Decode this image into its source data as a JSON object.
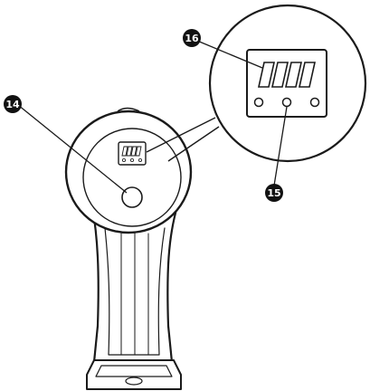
{
  "callouts": {
    "button": {
      "number": "14"
    },
    "battery_indicator": {
      "number": "16"
    },
    "indicator_light": {
      "number": "15"
    }
  },
  "colors": {
    "line": "#1a1a1a",
    "badge": "#111111",
    "background": "#ffffff"
  }
}
